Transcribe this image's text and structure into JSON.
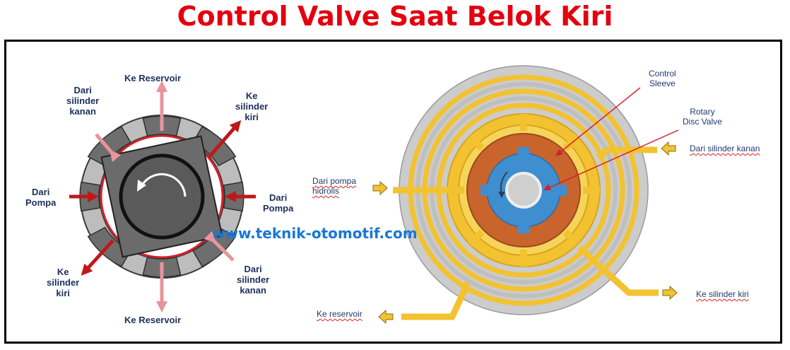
{
  "title": "Control Valve Saat Belok Kiri",
  "watermark": "www.teknik-otomotif.com",
  "left_diagram": {
    "top": "Ke Reservoir",
    "bottom": "Ke Reservoir",
    "top_left": [
      "Dari",
      "silinder",
      "kanan"
    ],
    "top_right": [
      "Ke",
      "silinder",
      "kiri"
    ],
    "left": [
      "Dari",
      "Pompa"
    ],
    "right": [
      "Dari",
      "Pompa"
    ],
    "bottom_left": [
      "Ke",
      "silinder",
      "kiri"
    ],
    "bottom_right": [
      "Dari",
      "silinder",
      "kanan"
    ]
  },
  "right_diagram": {
    "control_sleeve": [
      "Control",
      "Sleeve"
    ],
    "rotary_disc_valve": [
      "Rotary",
      "Disc Valve"
    ],
    "dari_pompa": [
      "Dari pompa",
      "hidrolis"
    ],
    "dari_silinder_kanan": "Dari  silinder kanan",
    "ke_silinder_kiri": "Ke silinder kiri",
    "ke_reservoir": "Ke reservoir"
  },
  "colors": {
    "title": "#e3000f",
    "label_navy": "#1c2f5e",
    "arrow_red": "#c01818",
    "arrow_pink": "#e8959a",
    "segment_gray": "#6e6e6e",
    "ring_gray": "#cccccc",
    "ring_yellow": "#f2c230",
    "inner_orange": "#c8642c",
    "rotor_blue": "#3f8fd0",
    "web": "#1877d6"
  }
}
